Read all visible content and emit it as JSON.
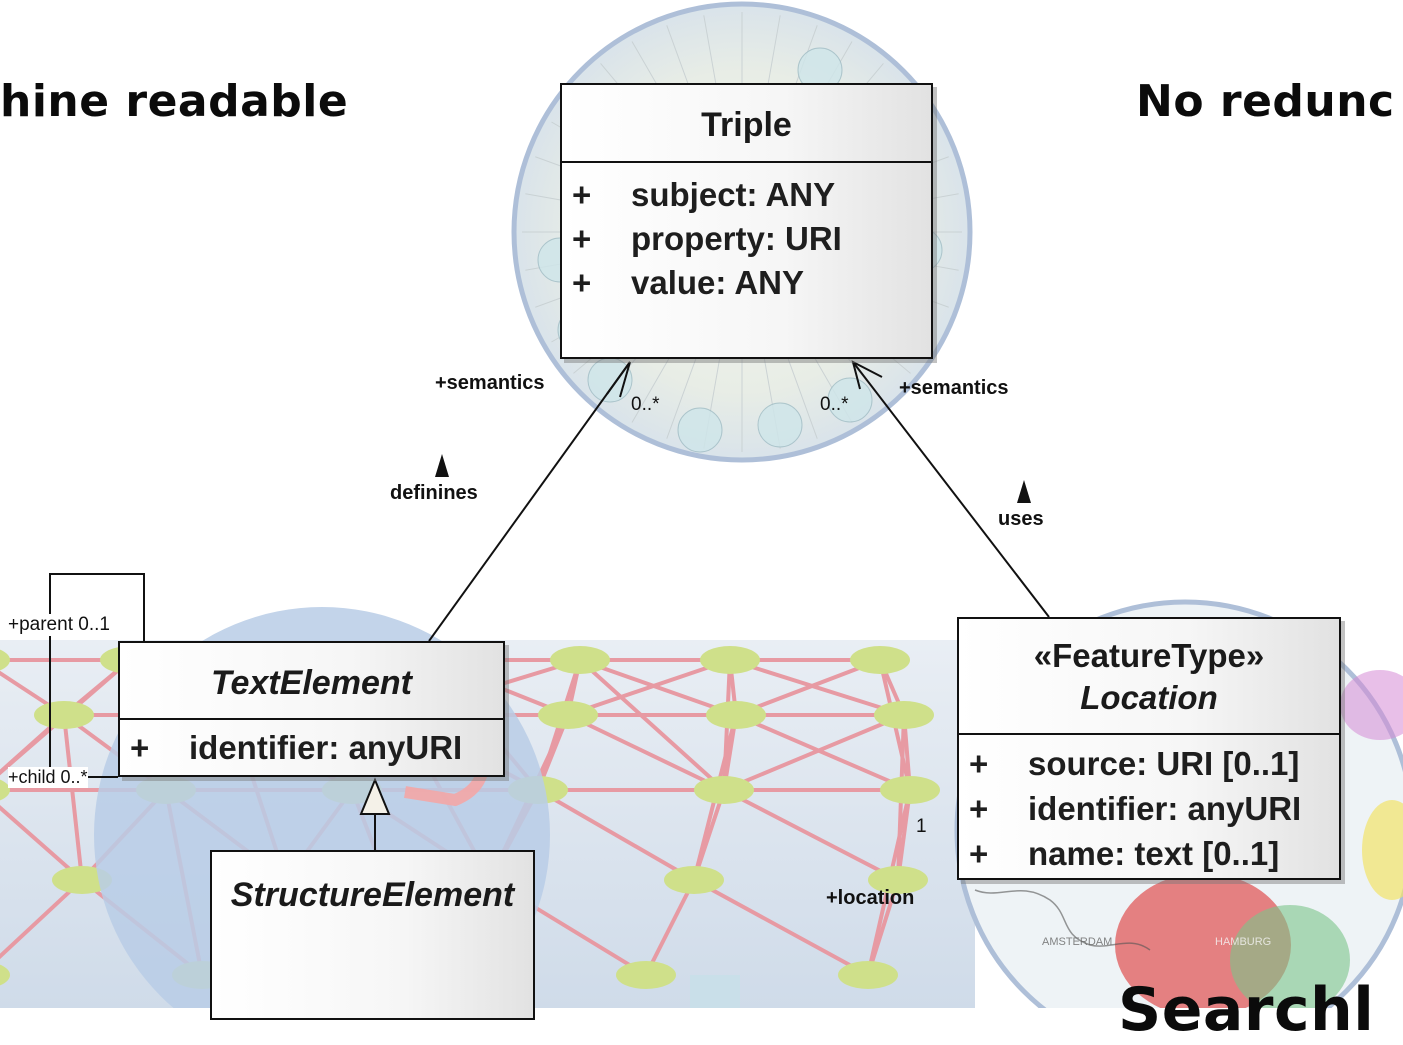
{
  "headings": {
    "top_left": "hine readable",
    "top_right": "No redunc",
    "bottom_right": "Searchl"
  },
  "background": {
    "network_node_color": "#cfe08a",
    "network_edge_color": "#e79aa3",
    "circle_fill_color": "#b9cce6",
    "circle_stroke_color": "#aebfd8",
    "map_labels": [
      "AMSTERDAM",
      "HAMBURG"
    ]
  },
  "classes": {
    "triple": {
      "name": "Triple",
      "attributes": [
        {
          "visibility": "+",
          "text": "subject: ANY"
        },
        {
          "visibility": "+",
          "text": "property: URI"
        },
        {
          "visibility": "+",
          "text": "value: ANY"
        }
      ]
    },
    "text_element": {
      "name": "TextElement",
      "attributes": [
        {
          "visibility": "+",
          "text": "identifier: anyURI"
        }
      ]
    },
    "structure_element": {
      "name": "StructureElement"
    },
    "location": {
      "stereotype": "«FeatureType»",
      "name": "Location",
      "attributes": [
        {
          "visibility": "+",
          "text": "source: URI [0..1]"
        },
        {
          "visibility": "+",
          "text": "identifier: anyURI"
        },
        {
          "visibility": "+",
          "text": "name: text [0..1]"
        }
      ]
    }
  },
  "associations": {
    "definines": {
      "name": "definines",
      "target_role": "+semantics",
      "target_multiplicity": "0..*"
    },
    "uses": {
      "name": "uses",
      "target_role": "+semantics",
      "target_multiplicity": "0..*"
    },
    "self": {
      "parent_role": "+parent 0..1",
      "child_role": "+child 0..*"
    },
    "location": {
      "role": "+location",
      "multiplicity": "1"
    }
  }
}
